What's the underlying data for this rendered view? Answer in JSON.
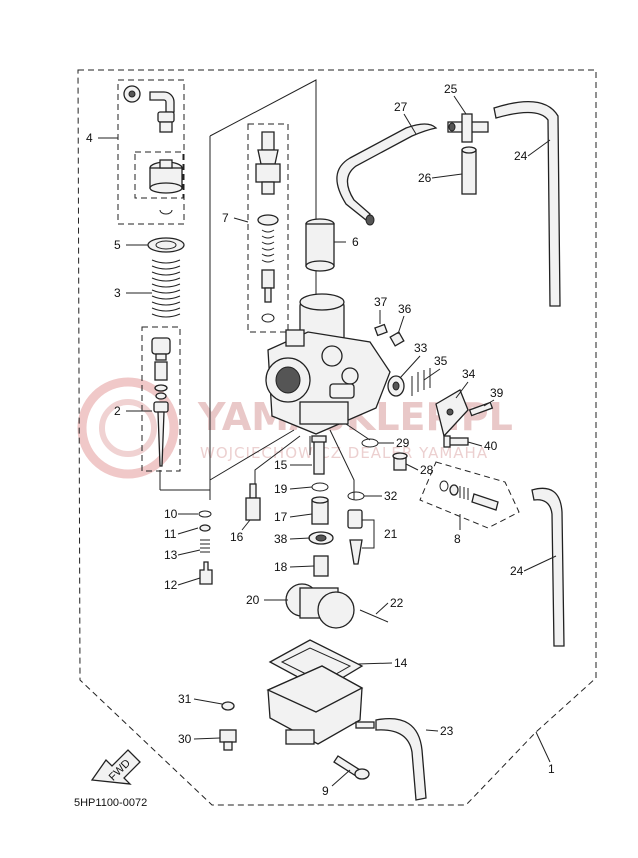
{
  "watermark": {
    "brand": "YAMASKLEP.PL",
    "subtitle": "WOJCIECHOWICZ DEALER YAMAHA"
  },
  "diagram_code": "5HP1100-0072",
  "fwd_label": "FWD",
  "callouts": [
    "1",
    "2",
    "3",
    "4",
    "5",
    "6",
    "7",
    "8",
    "9",
    "10",
    "11",
    "12",
    "13",
    "14",
    "15",
    "16",
    "17",
    "18",
    "19",
    "20",
    "21",
    "22",
    "23",
    "24",
    "24",
    "25",
    "26",
    "27",
    "28",
    "29",
    "30",
    "31",
    "32",
    "33",
    "34",
    "35",
    "36",
    "37",
    "38",
    "39",
    "40"
  ]
}
